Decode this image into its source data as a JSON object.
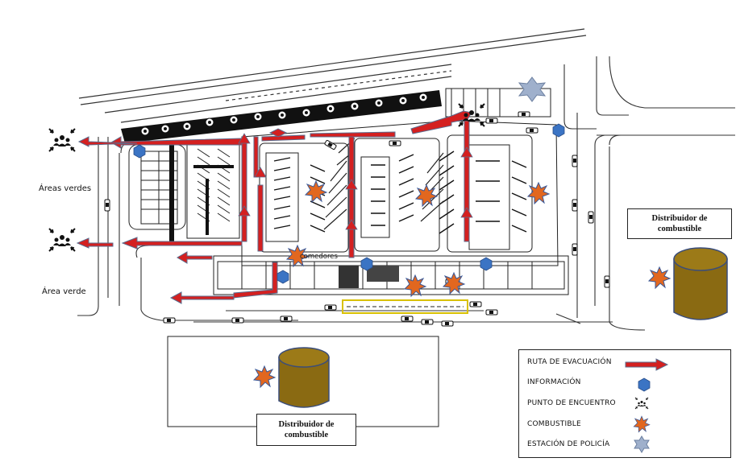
{
  "labels": {
    "green_areas": "Áreas verdes",
    "green_area": "Área verde",
    "comedores": "comedores",
    "fuel_right": "Distribuidor de\ncombustible",
    "fuel_bottom": "Distribuidor de\ncombustible"
  },
  "legend": {
    "items": [
      {
        "label": "RUTA DE EVACUACIÓN",
        "icon": "red-arrow-icon"
      },
      {
        "label": "INFORMACIÓN",
        "icon": "blue-hexagon-icon"
      },
      {
        "label": "PUNTO DE ENCUENTRO",
        "icon": "meeting-point-icon"
      },
      {
        "label": "COMBUSTIBLE",
        "icon": "orange-burst-icon"
      },
      {
        "label": "ESTACIÓN DE POLICÍA",
        "icon": "blue-star-icon"
      }
    ]
  },
  "colors": {
    "route": "#d42020",
    "route_outline": "#5b6b8c",
    "info": "#3b74c4",
    "fuel": "#e2671f",
    "tank": "#8a6a12",
    "police": "#9fb0cc"
  }
}
